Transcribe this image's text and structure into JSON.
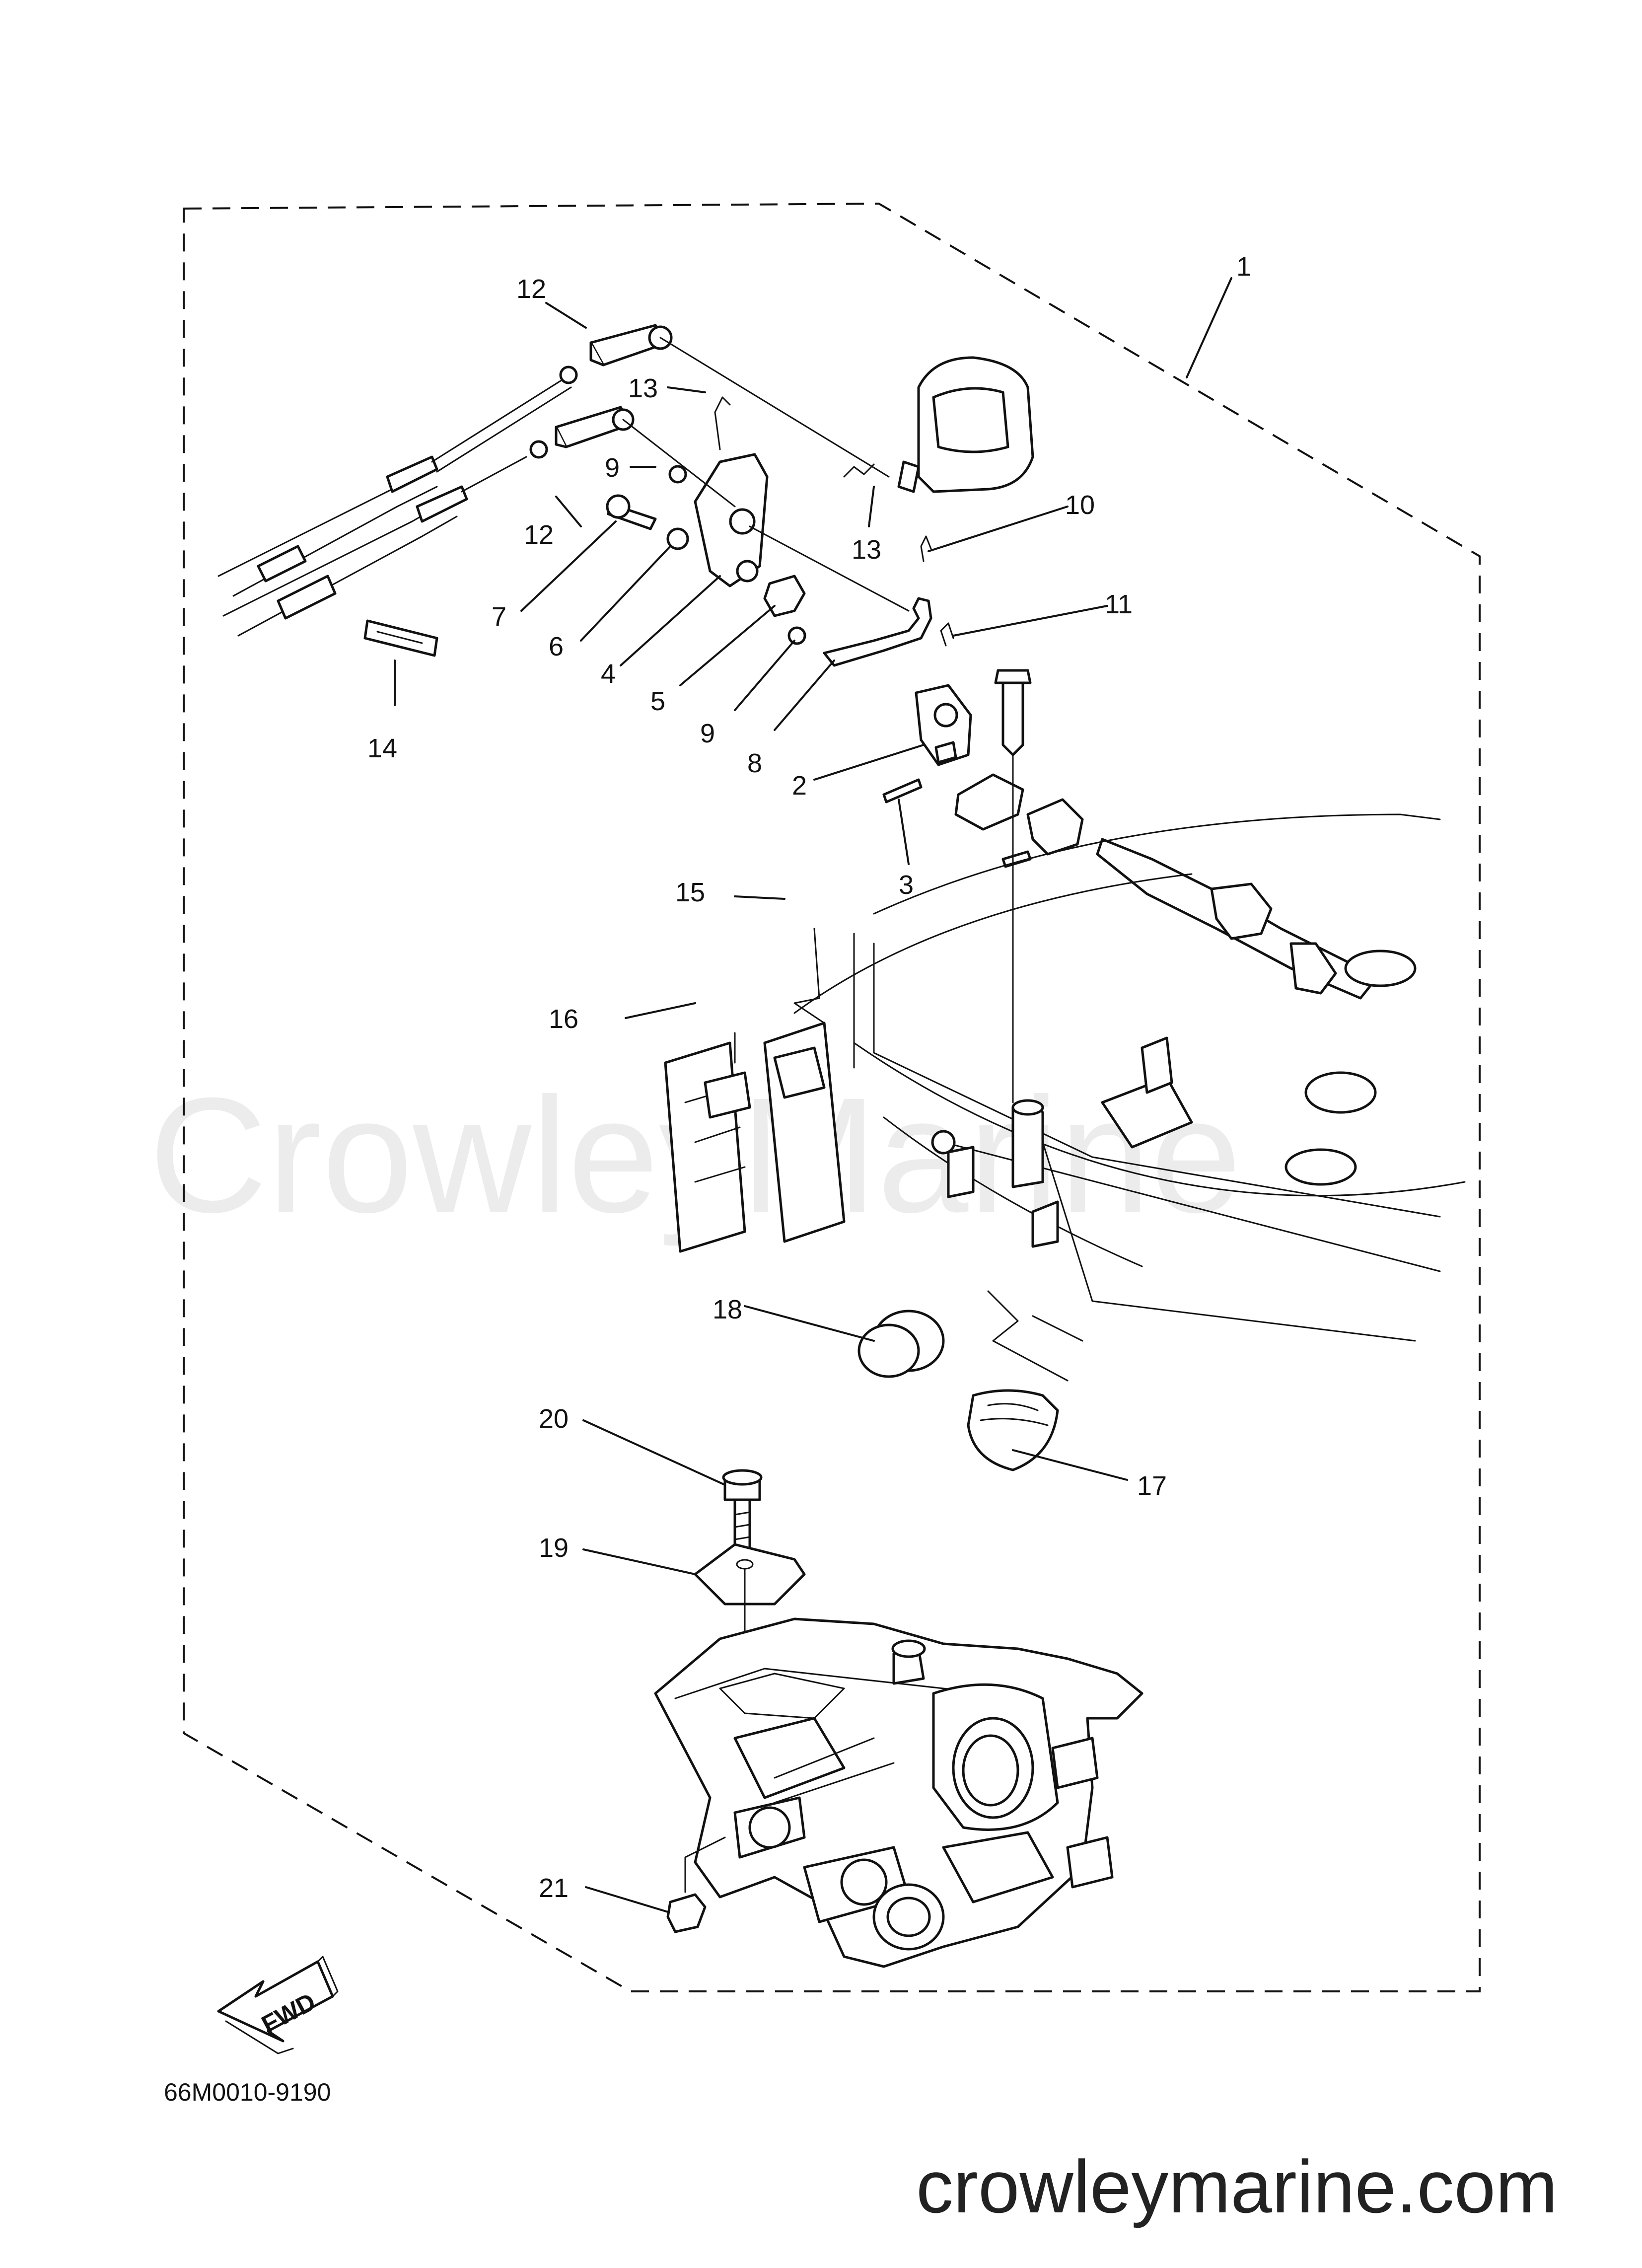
{
  "diagram": {
    "callouts": [
      "1",
      "12",
      "13",
      "9",
      "12",
      "7",
      "6",
      "4",
      "5",
      "13",
      "10",
      "11",
      "9",
      "8",
      "2",
      "3",
      "14",
      "15",
      "16",
      "18",
      "17",
      "20",
      "19",
      "21"
    ],
    "watermark": "CrowleyMarine",
    "fwd_label": "FWD",
    "drawing_code": "66M0010-9190",
    "site": "crowleymarine.com"
  }
}
